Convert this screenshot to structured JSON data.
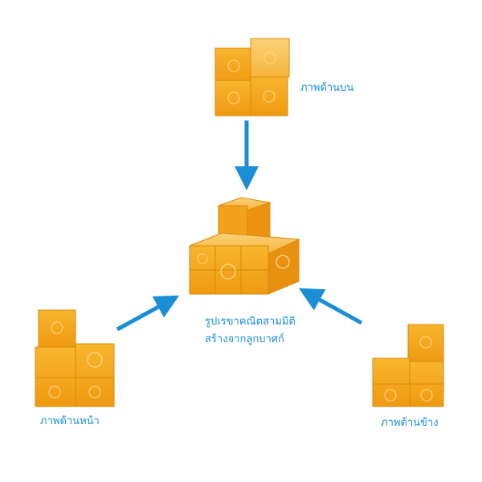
{
  "labels": {
    "top_view": "ภาพด้านบน",
    "front_view": "ภาพด้านหน้า",
    "side_view": "ภาพด้านข้าง",
    "center_line1": "รูปเรขาคณิตสามมิติ",
    "center_line2": "สร้างจากลูกบาศก์"
  },
  "colors": {
    "arrow": "#1b8fd6",
    "label": "#1b8fd6",
    "cube_face": "#f5a71a",
    "cube_top": "#f9c556",
    "cube_edge": "#d98a0c"
  },
  "icons": {
    "arrow": "arrow-icon",
    "cube": "cube-icon"
  }
}
